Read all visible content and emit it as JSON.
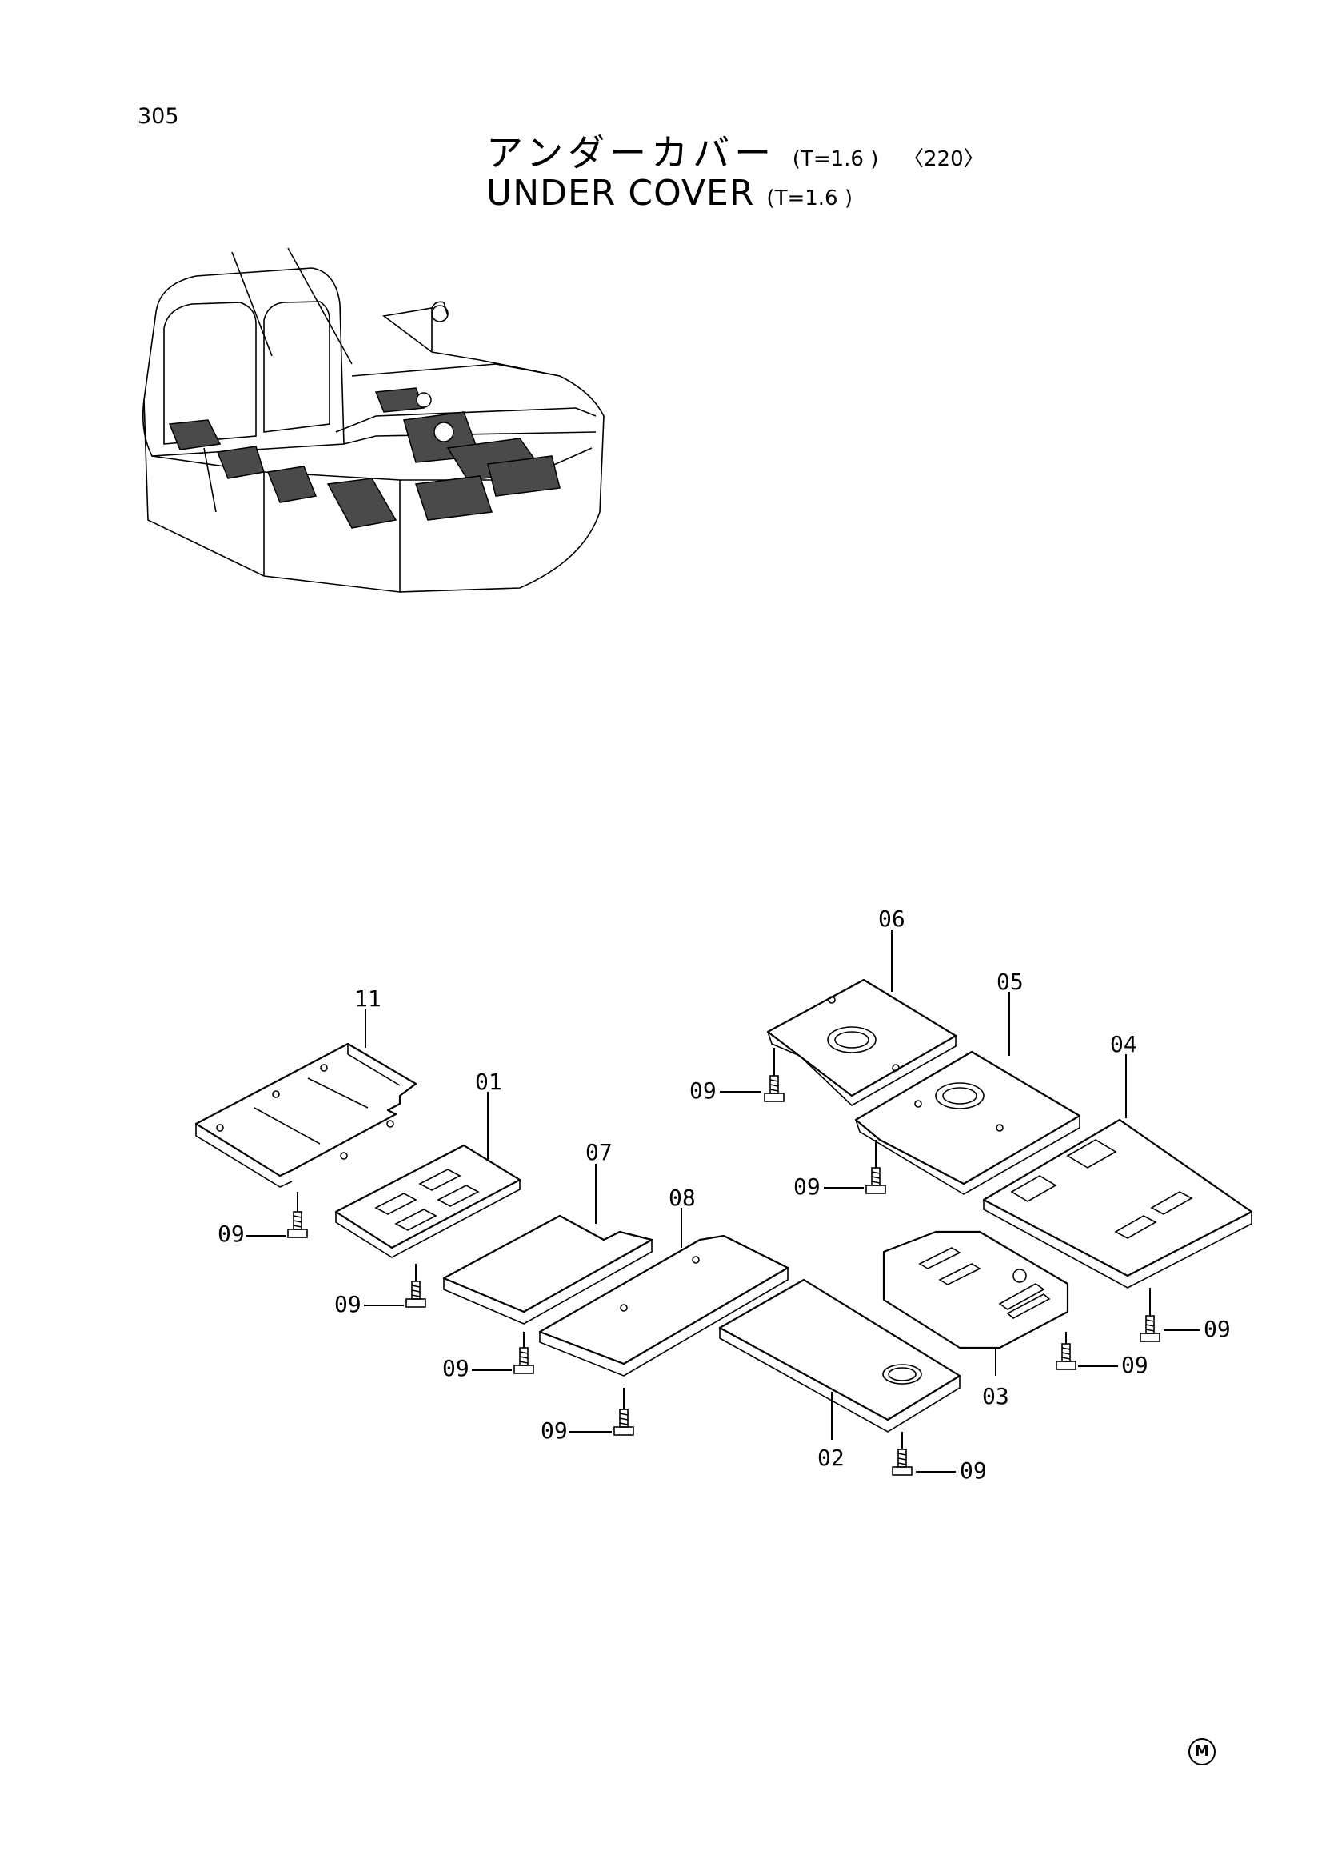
{
  "page_number": "305",
  "title": {
    "jp": "アンダーカバー",
    "en": "UNDER  COVER",
    "spec": "(T=1.6 )",
    "code": "〈220〉"
  },
  "callouts": {
    "p01": "01",
    "p02": "02",
    "p03": "03",
    "p04": "04",
    "p05": "05",
    "p06": "06",
    "p07": "07",
    "p08": "08",
    "p09": "09",
    "p11": "11"
  },
  "footer_mark": "M"
}
